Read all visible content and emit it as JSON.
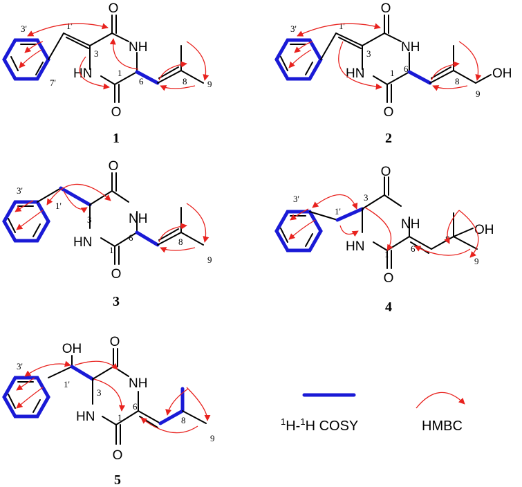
{
  "compounds": [
    {
      "id": "1",
      "nh_top": "NH",
      "hn_bottom": "HN",
      "o_top": "O",
      "o_bottom": "O",
      "loc_1p": "1'",
      "loc_3p": "3'",
      "loc_7p": "7'",
      "loc_3": "3",
      "loc_1": "1",
      "loc_6": "6",
      "loc_8": "8",
      "loc_9": "9"
    },
    {
      "id": "2",
      "nh_top": "NH",
      "hn_bottom": "HN",
      "o_top": "O",
      "o_bottom": "O",
      "oh": "OH",
      "loc_1p": "1'",
      "loc_3p": "3'",
      "loc_3": "3",
      "loc_1": "1",
      "loc_6": "6",
      "loc_8": "8",
      "loc_9": "9"
    },
    {
      "id": "3",
      "nh_top": "NH",
      "hn_bottom": "HN",
      "o_top": "O",
      "o_bottom": "O",
      "loc_1p": "1'",
      "loc_3p": "3'",
      "loc_3": "3",
      "loc_1": "1",
      "loc_6": "6",
      "loc_8": "8",
      "loc_9": "9"
    },
    {
      "id": "4",
      "nh_top": "NH",
      "hn_bottom": "HN",
      "o_top": "O",
      "o_bottom": "O",
      "oh": "OH",
      "loc_1p": "1'",
      "loc_3p": "3'",
      "loc_3": "3",
      "loc_1": "1",
      "loc_6": "6",
      "loc_8": "8",
      "loc_9": "9"
    },
    {
      "id": "5",
      "nh_top": "NH",
      "hn_bottom": "HN",
      "o_top": "O",
      "o_bottom": "O",
      "oh": "OH",
      "loc_1p": "1'",
      "loc_3p": "3'",
      "loc_3": "3",
      "loc_1": "1",
      "loc_6": "6",
      "loc_8": "8",
      "loc_9": "9"
    }
  ],
  "legend": {
    "cosy_sup": "1",
    "cosy_mid": "H-",
    "cosy_sup2": "1",
    "cosy_end": "H COSY",
    "hmbc_label": "HMBC",
    "cosy_color": "#1a1ad6",
    "hmbc_color": "#e8221e"
  }
}
